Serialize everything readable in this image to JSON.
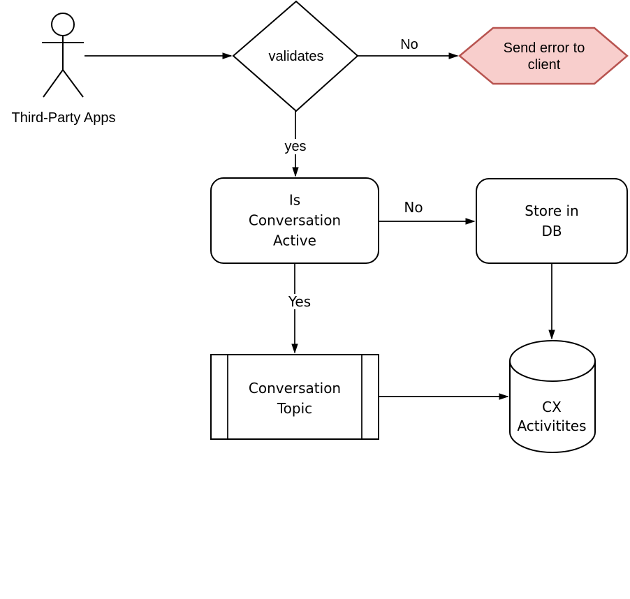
{
  "diagram": {
    "nodes": {
      "actor": {
        "label": "Third-Party Apps"
      },
      "validates": {
        "label": "validates"
      },
      "send_error": {
        "label": "Send error to client",
        "fill": "#f8cecc",
        "stroke": "#b85450"
      },
      "is_conversation_active": {
        "label": "Is\nConversation\nActive"
      },
      "store_in_db": {
        "label": "Store in DB"
      },
      "conversation_topic": {
        "label": "Conversation\nTopic"
      },
      "cx_activities": {
        "label": "CX\nActivitites"
      }
    },
    "edge_labels": {
      "validates_no": "No",
      "validates_yes": "yes",
      "active_no": "No",
      "active_yes": "Yes"
    },
    "colors": {
      "line": "#000000",
      "shape_fill": "#ffffff"
    }
  }
}
